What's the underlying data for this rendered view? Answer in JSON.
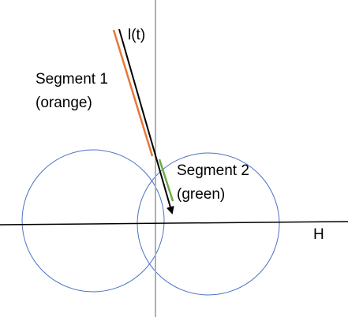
{
  "labels": {
    "curve": "l(t)",
    "segment1_name": "Segment 1",
    "segment1_color_note": "(orange)",
    "segment2_name": "Segment 2",
    "segment2_color_note": "(green)",
    "axis": "H"
  },
  "colors": {
    "circle": "#4a72c4",
    "vertical_line": "#b0b0b0",
    "axis_line": "#000000",
    "segment1": "#e8773a",
    "segment2": "#6aab48",
    "curve": "#000000"
  }
}
